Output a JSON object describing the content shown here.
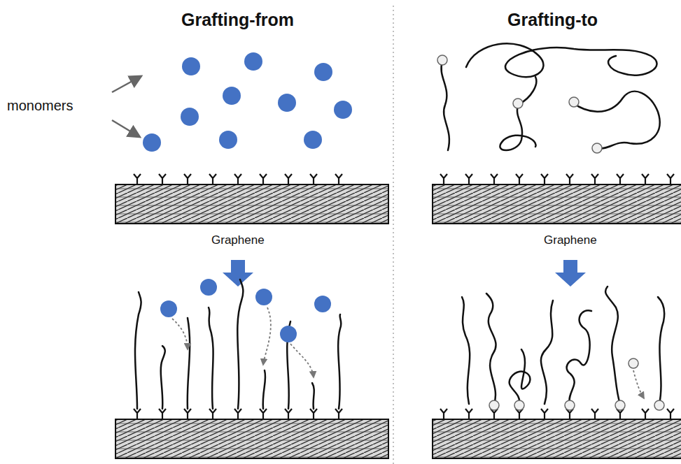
{
  "diagram": {
    "labels": [
      "Grafting-from",
      "Grafting-to",
      "monomers",
      "Graphene",
      "Graphene"
    ]
  }
}
